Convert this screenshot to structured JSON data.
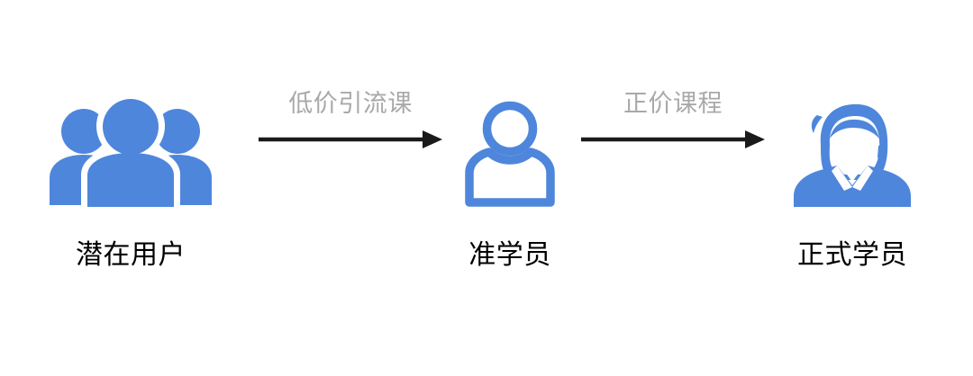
{
  "diagram": {
    "title": "",
    "background_color": "#ffffff",
    "accent_color": "#4e86dc",
    "arrow_color": "#1a1a1a",
    "edge_label_color": "#a9a9a9",
    "node_label_color": "#000000",
    "nodes": [
      {
        "id": "potential-users",
        "label": "潜在用户",
        "icon": "group-of-people-icon"
      },
      {
        "id": "prospective-student",
        "label": "准学员",
        "icon": "person-outline-icon"
      },
      {
        "id": "formal-student",
        "label": "正式学员",
        "icon": "male-avatar-icon"
      }
    ],
    "edges": [
      {
        "id": "low-price-course",
        "label": "低价引流课",
        "from": "potential-users",
        "to": "prospective-student",
        "icon": "right-arrow-icon"
      },
      {
        "id": "full-price-course",
        "label": "正价课程",
        "from": "prospective-student",
        "to": "formal-student",
        "icon": "right-arrow-icon"
      }
    ]
  }
}
